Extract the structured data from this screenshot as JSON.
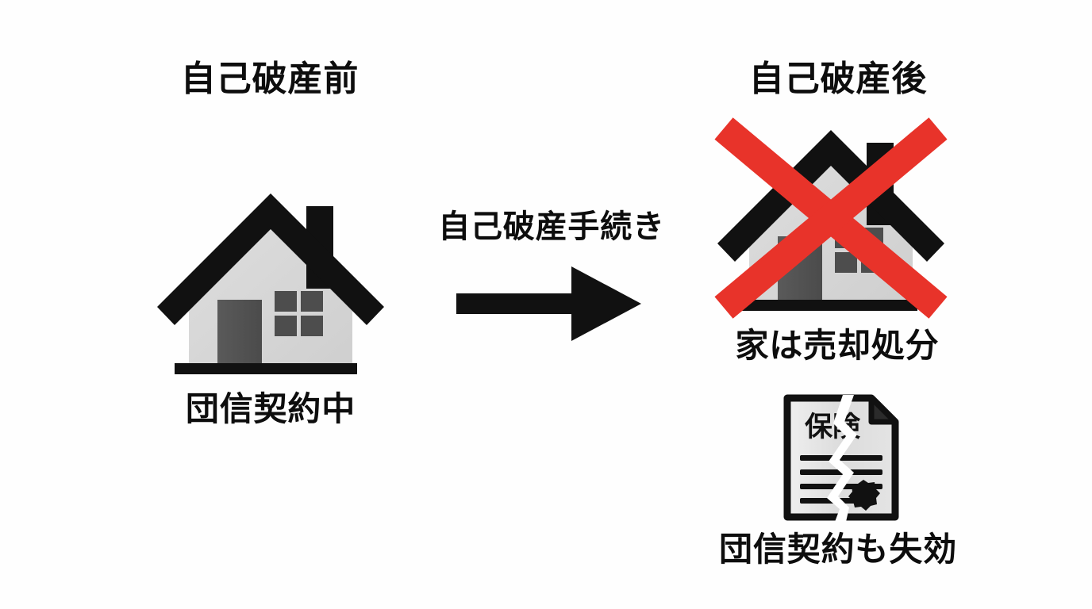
{
  "page": {
    "background_color": "#fefefe",
    "type": "infographic-diagram",
    "language": "ja"
  },
  "palette": {
    "text": "#0d0d0d",
    "outline_black": "#111111",
    "house_body": "#d9d9d9",
    "house_body_shade": "#cfcfcf",
    "door_gray": "#555555",
    "window_gray": "#4d4d4d",
    "paper_light": "#e8e8e8",
    "paper_mid": "#d2d2d2",
    "cross_red": "#e8332a",
    "tear_white": "#ffffff"
  },
  "headings": {
    "before": "自己破産前",
    "after": "自己破産後"
  },
  "process": {
    "arrow_label": "自己破産手続き",
    "arrow_icon": "right-arrow-icon",
    "direction": "left-to-right"
  },
  "before_panel": {
    "icon": "house-icon",
    "caption": "団信契約中",
    "status": "active"
  },
  "after_panel": {
    "house": {
      "icon": "house-icon",
      "overlay_icon": "red-cross-icon",
      "caption": "家は売却処分",
      "status": "cancelled"
    },
    "document": {
      "icon": "torn-insurance-certificate-icon",
      "document_title": "保険",
      "seal_icon": "stamp-seal-icon",
      "caption": "団信契約も失効",
      "status": "void",
      "body_line_count": 4
    }
  }
}
